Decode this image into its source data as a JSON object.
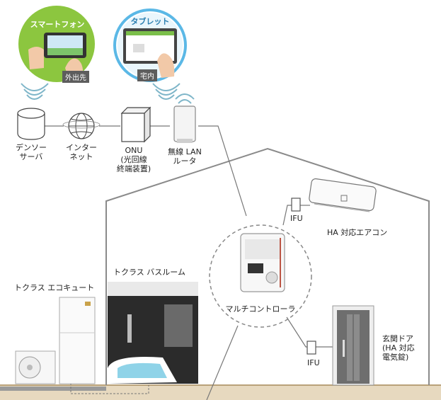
{
  "devices": {
    "smartphone": {
      "title": "スマートフォン",
      "tag": "外出先"
    },
    "tablet": {
      "title": "タブレット",
      "tag": "宅内"
    }
  },
  "network": {
    "server": [
      "デンソー",
      "サーバ"
    ],
    "internet": [
      "インター",
      "ネット"
    ],
    "onu": [
      "ONU",
      "(光回線",
      "終端装置)"
    ],
    "router": [
      "無線 LAN",
      "ルータ"
    ]
  },
  "house": {
    "aircon_ifu": "IFU",
    "aircon": "HA 対応エアコン",
    "controller": "マルチコントローラ",
    "door_ifu": "IFU",
    "door": [
      "玄関ドア",
      "(HA 対応",
      "電気錠)"
    ],
    "ecocute": "トクラス エコキュート",
    "bathroom": "トクラス バスルーム"
  },
  "colors": {
    "phone_circle": "#8cc63f",
    "tablet_circle": "#5bb8e6",
    "house_line": "#8a8a8a",
    "ground": "#d9c7a8",
    "door": "#6e6e6e"
  }
}
